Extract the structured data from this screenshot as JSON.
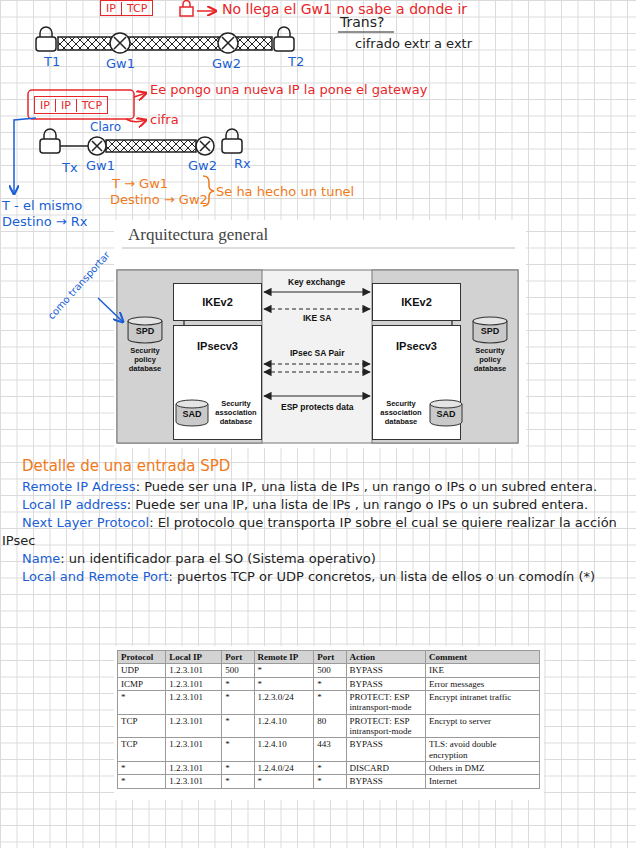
{
  "diagram": {
    "nodes": [
      {
        "text": [
          "IP",
          "TCP"
        ]
      },
      {
        "text": [
          "IP",
          "IP",
          "TCP"
        ]
      },
      {
        "text": [
          "IKEv2"
        ]
      },
      {
        "text": [
          "IPsecv3"
        ]
      },
      {
        "text": [
          "SAD"
        ],
        "in": 3
      },
      {
        "text": [
          "SPD"
        ]
      },
      {
        "text": [
          "IKEv2"
        ]
      },
      {
        "text": [
          "IPsecv3"
        ]
      },
      {
        "text": [
          "SAD"
        ],
        "in": 7
      },
      {
        "text": [
          "SPD"
        ]
      }
    ],
    "edges": [
      {
        "from": 2,
        "to": 6,
        "label": "Key exchange",
        "arrow": "both"
      },
      {
        "from": 2,
        "to": 6,
        "label": "IKE SA",
        "arrow": "both"
      },
      {
        "from": 3,
        "to": 7,
        "label": "IPsec SA Pair",
        "arrow": "both"
      },
      {
        "from": 3,
        "to": 7,
        "label": "ESP protects data",
        "arrow": "both"
      },
      {
        "from": 2,
        "to": 4,
        "arrow": "to"
      },
      {
        "from": 6,
        "to": 8,
        "arrow": "to"
      }
    ],
    "labels": [
      "No llega el Gw1 no sabe a donde ir",
      "Trans?",
      "cifrado extr a extr",
      "T1",
      "Gw1",
      "Gw2",
      "T2",
      "Ee pongo una nueva IP la pone el gateway",
      "cifra",
      "Claro",
      "Tx",
      "Gw1",
      "Gw2",
      "Rx",
      "T → Gw1",
      "Destino → Gw2",
      "Se ha hecho un tunel",
      "T - el mismo",
      "Destino → Rx",
      "Arquitectura general",
      "Security policy database",
      "Security association database",
      "Security policy database",
      "Security association database",
      "como transportar",
      "Detalle de una entrada SPD",
      "Remote IP Adress",
      ": Puede ser una IP, una lista de IPs , un rango o IPs o un subred entera.",
      "Local IP address",
      ": Puede ser una IP, una lista de IPs , un rango o IPs o un subred entera.",
      "Next Layer Protocol",
      ": El protocolo que transporta IP sobre el cual se quiere realizar la acción IPsec",
      "Name",
      ": un identificador para el SO (Sistema operativo)",
      "Local and Remote Port",
      ": puertos TCP or UDP concretos, un lista de ellos o un comodín (*)",
      "Protocol",
      "Local IP",
      "Port",
      "Remote IP",
      "Port",
      "Action",
      "Comment",
      "UDP",
      "1.2.3.101",
      "500",
      "*",
      "500",
      "BYPASS",
      "IKE",
      "ICMP",
      "1.2.3.101",
      "*",
      "*",
      "*",
      "BYPASS",
      "Error messages",
      "*",
      "1.2.3.101",
      "*",
      "1.2.3.0/24",
      "*",
      "PROTECT: ESP intransport-mode",
      "Encrypt intranet traffic",
      "TCP",
      "1.2.3.101",
      "*",
      "1.2.4.10",
      "80",
      "PROTECT: ESP intransport-mode",
      "Encrypt to server",
      "TCP",
      "1.2.3.101",
      "*",
      "1.2.4.10",
      "443",
      "BYPASS",
      "TLS: avoid double encryption",
      "*",
      "1.2.3.101",
      "*",
      "1.2.4.0/24",
      "*",
      "DISCARD",
      "Others in DMZ",
      "*",
      "1.2.3.101",
      "*",
      "*",
      "*",
      "BYPASS",
      "Internet"
    ]
  }
}
